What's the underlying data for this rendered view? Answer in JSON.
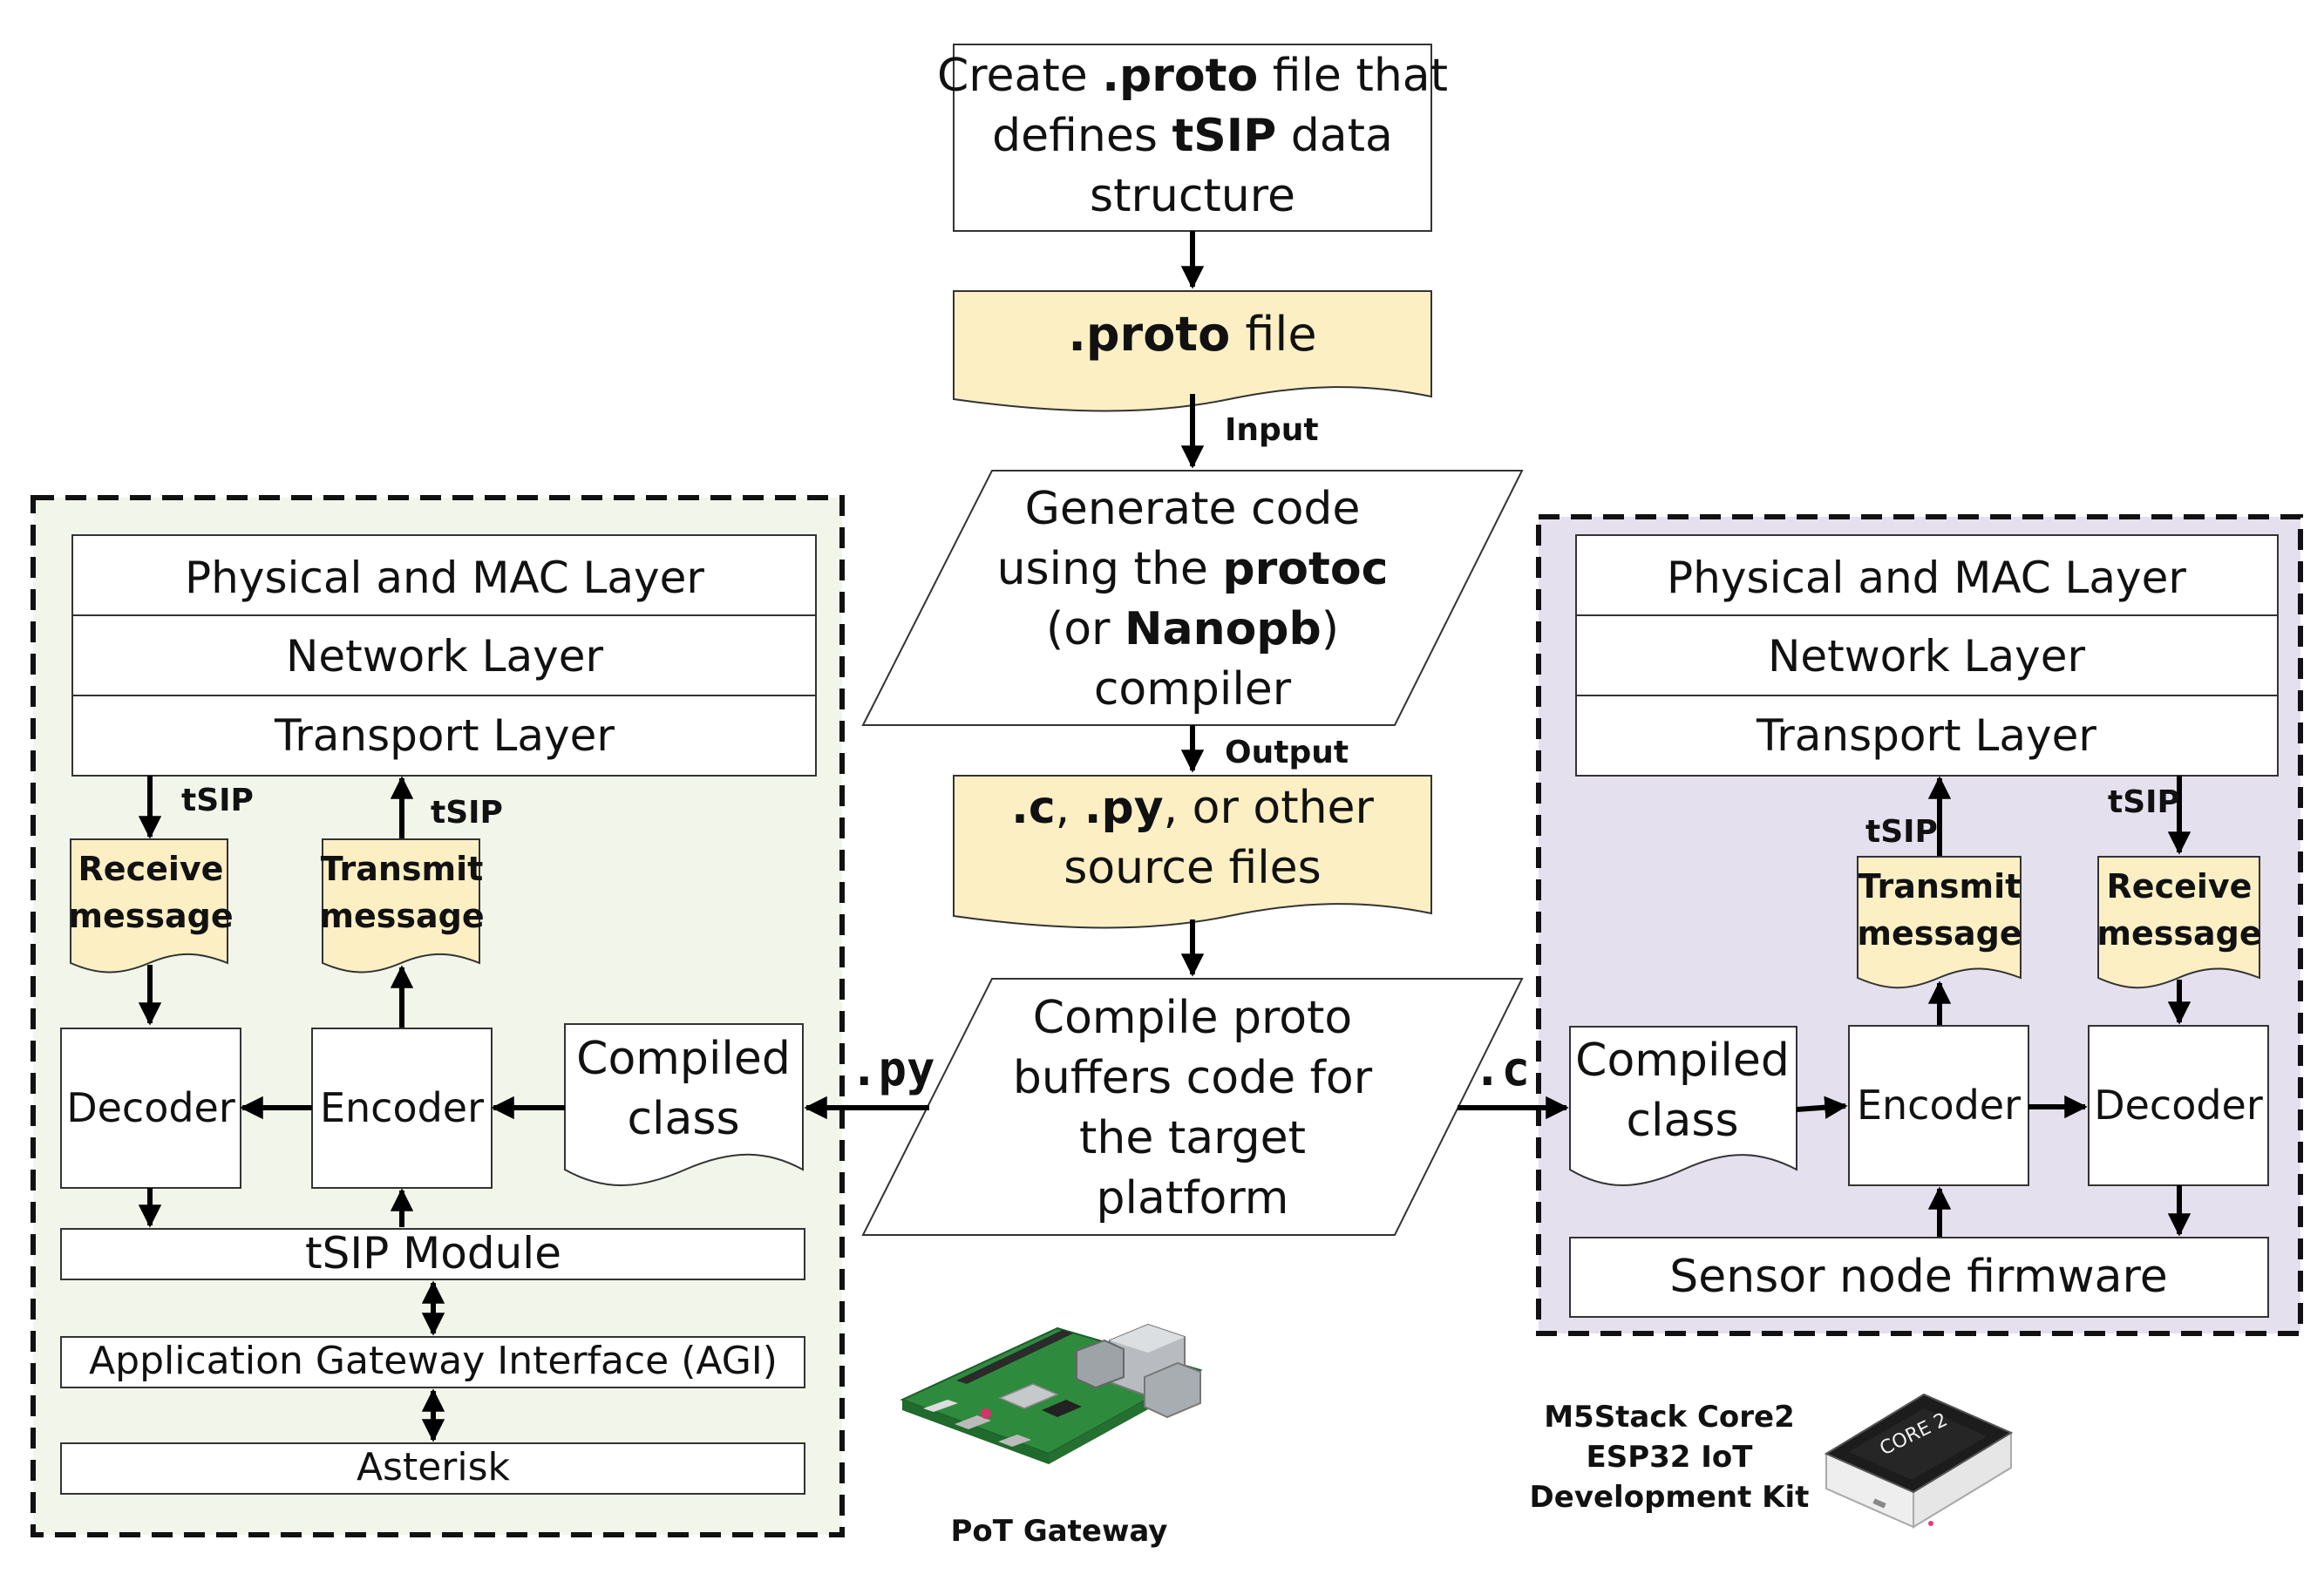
{
  "colors": {
    "doc_fill": "#fcefc4",
    "gateway_bg": "#f2f5ea",
    "sensor_bg": "#e5e0ee",
    "stroke": "#333333",
    "text": "#111111"
  },
  "center": {
    "create_box": {
      "l1a": "Create ",
      "l1b": ".proto",
      "l1c": " file that",
      "l2a": "defines ",
      "l2b": "tSIP",
      "l2c": " data",
      "l3": "structure"
    },
    "proto_file": {
      "code": ".proto",
      "rest": " file"
    },
    "input_label": "Input",
    "generate": {
      "l1": "Generate code",
      "l2a": "using the ",
      "l2b": "protoc",
      "l3a": "(or ",
      "l3b": "Nanopb",
      "l3c": ")",
      "l4": "compiler"
    },
    "output_label": "Output",
    "source_files": {
      "c": ".c",
      "comma1": ", ",
      "py": ".py",
      "rest1": ", or other",
      "l2": "source files"
    },
    "compile": {
      "l1": "Compile proto",
      "l2": "buffers code for",
      "l3": "the target",
      "l4": "platform"
    },
    "py_label": ".py",
    "c_label": ".c"
  },
  "gateway": {
    "layers": [
      "Physical and MAC Layer",
      "Network Layer",
      "Transport Layer"
    ],
    "tsip_down": "tSIP",
    "tsip_up": "tSIP",
    "receive": [
      "Receive",
      "message"
    ],
    "transmit": [
      "Transmit",
      "message"
    ],
    "decoder": "Decoder",
    "encoder": "Encoder",
    "compiled": [
      "Compiled",
      "class"
    ],
    "tsip_module": "tSIP Module",
    "agi": "Application Gateway Interface (AGI)",
    "asterisk": "Asterisk",
    "caption": "PoT Gateway"
  },
  "sensor": {
    "layers": [
      "Physical and MAC Layer",
      "Network Layer",
      "Transport Layer"
    ],
    "tsip_up": "tSIP",
    "tsip_down": "tSIP",
    "transmit": [
      "Transmit",
      "message"
    ],
    "receive": [
      "Receive",
      "message"
    ],
    "compiled": [
      "Compiled",
      "class"
    ],
    "encoder": "Encoder",
    "decoder": "Decoder",
    "firmware": "Sensor node firmware",
    "caption": [
      "M5Stack Core2",
      "ESP32 IoT",
      "Development Kit"
    ],
    "device_screen_text": "CORE 2"
  },
  "icons": {
    "raspberry_pi": "raspberry-pi-board-photo",
    "m5stack": "m5stack-core2-device-photo"
  }
}
